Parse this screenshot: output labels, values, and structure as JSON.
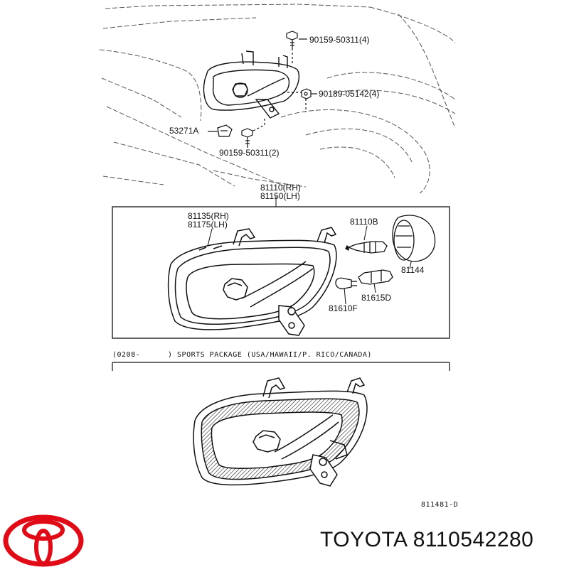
{
  "callouts": {
    "bolt_top": "90159-50311(4)",
    "nut_right": "90189-05142(4)",
    "clip_left": "53271A",
    "bolt_bottom": "90159-50311(2)",
    "assembly_rh": "81110(RH)",
    "assembly_lh": "81150(LH)",
    "housing_rh": "81135(RH)",
    "housing_lh": "81175(LH)",
    "bulb_main": "81110B",
    "socket_cap": "81144",
    "socket_small": "81615D",
    "bulb_small": "81610F"
  },
  "variant_note": {
    "date_code": "(0208-",
    "description": ") SPORTS PACKAGE (USA/HAWAII/P. RICO/CANADA)"
  },
  "figure_code": "811481-D",
  "brand": {
    "part_caption": "TOYOTA 8110542280",
    "logo_color": "#e10a17"
  }
}
